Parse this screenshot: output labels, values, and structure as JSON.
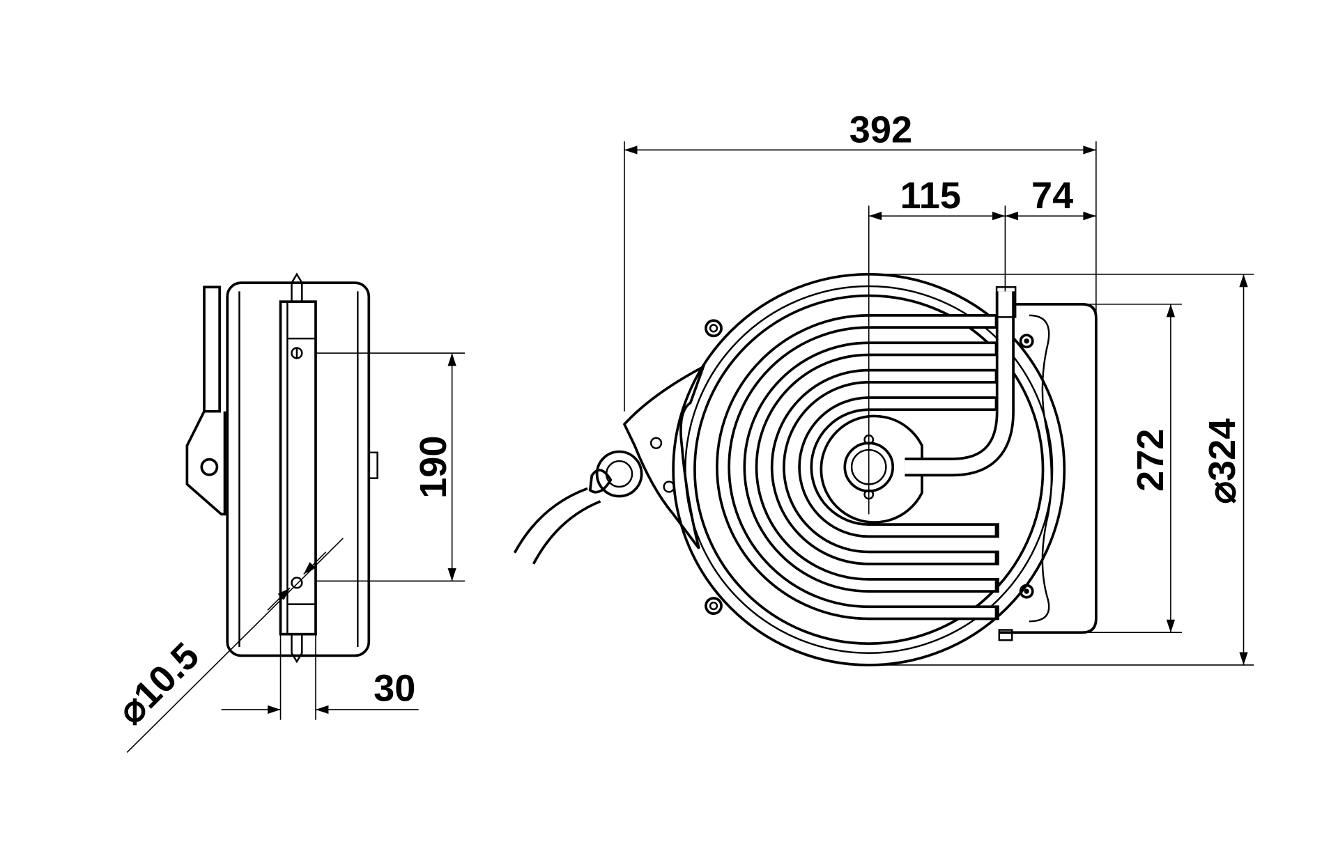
{
  "drawing": {
    "side_view": {
      "dim_hole_spacing": "190",
      "dim_plate_width": "30",
      "dim_hole_diameter": "⌀10.5"
    },
    "front_view": {
      "dim_overall_width": "392",
      "dim_axis_to_guide": "115",
      "dim_guide_to_edge": "74",
      "dim_housing_height": "272",
      "dim_drum_diameter": "⌀324"
    },
    "colors": {
      "line": "#000000",
      "background": "#ffffff"
    }
  }
}
